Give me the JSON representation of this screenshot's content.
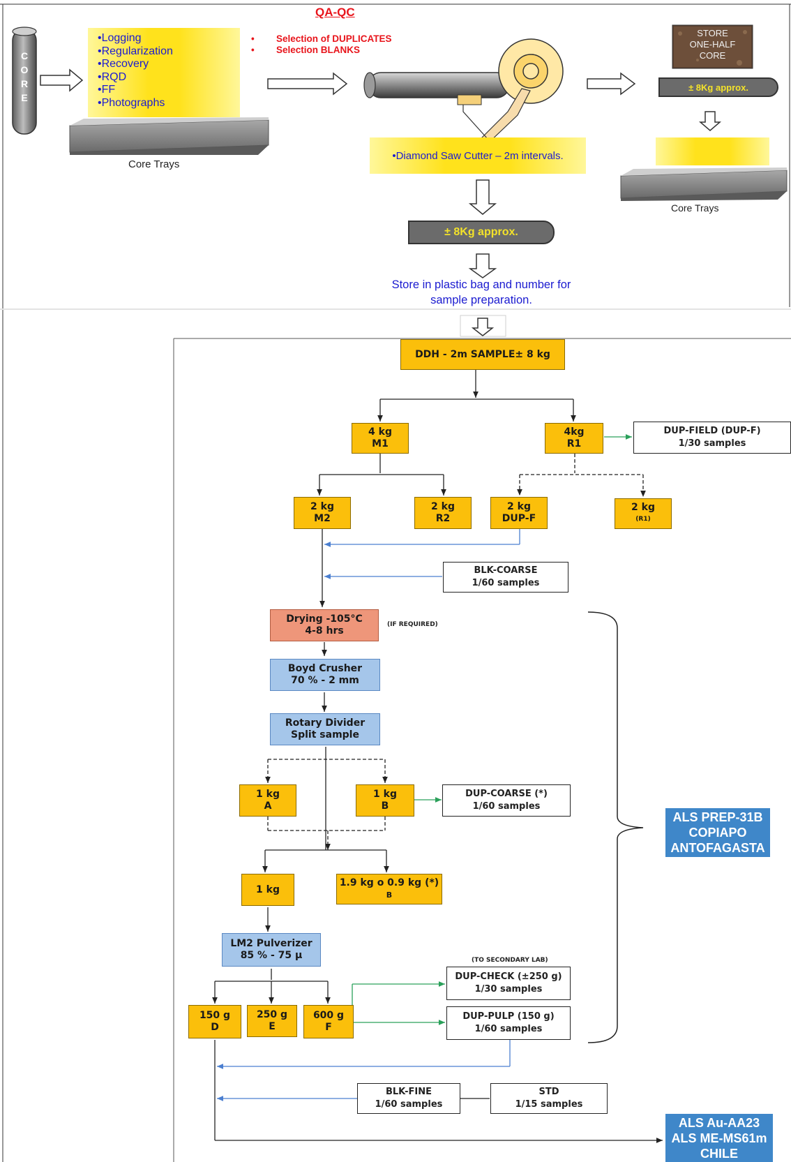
{
  "header": {
    "title": "QA-QC"
  },
  "core_label": [
    "C",
    "O",
    "R",
    "E"
  ],
  "logging_list": [
    "•Logging",
    "•Regularization",
    "•Recovery",
    "•RQD",
    "•FF",
    "•Photographs"
  ],
  "qaqc_bullets": [
    "Selection of DUPLICATES",
    "Selection BLANKS"
  ],
  "core_trays_label": "Core Trays",
  "saw_label": "•Diamond Saw Cutter – 2m intervals.",
  "store_half": [
    "STORE",
    "ONE-HALF",
    "CORE"
  ],
  "approx_right": "± 8Kg approx.",
  "approx_center": "± 8Kg approx.",
  "core_trays_right": "Core Trays",
  "store_note": [
    "Store in plastic bag and number for",
    "sample preparation."
  ],
  "flow": {
    "ddh": "DDH - 2m SAMPLE± 8 kg",
    "m1": [
      "4 kg",
      "M1"
    ],
    "r1": [
      "4kg",
      "R1"
    ],
    "dup_field": [
      "DUP-FIELD (DUP-F)",
      "1/30 samples"
    ],
    "m2": [
      "2 kg",
      "M2"
    ],
    "r2": [
      "2 kg",
      "R2"
    ],
    "dupf": [
      "2 kg",
      "DUP-F"
    ],
    "r1b": [
      "2 kg",
      "(R1)"
    ],
    "blk_coarse": [
      "BLK-COARSE",
      "1/60 samples"
    ],
    "drying": [
      "Drying -105°C",
      "4-8 hrs"
    ],
    "if_required": "(IF REQUIRED)",
    "boyd": [
      "Boyd Crusher",
      "70 % - 2 mm"
    ],
    "rotary": [
      "Rotary  Divider",
      "Split sample"
    ],
    "a": [
      "1 kg",
      "A"
    ],
    "b": [
      "1 kg",
      "B"
    ],
    "dup_coarse": [
      "DUP-COARSE (*)",
      "1/60 samples"
    ],
    "one_kg": "1 kg",
    "b2": [
      "1.9 kg o 0.9 kg (*)",
      "B"
    ],
    "lm2": [
      "LM2 Pulverizer",
      "85 % - 75 µ"
    ],
    "secondary": "(TO SECONDARY LAB)",
    "dup_check": [
      "DUP-CHECK (±250 g)",
      "1/30 samples"
    ],
    "dup_pulp": [
      "DUP-PULP (150 g)",
      "1/60 samples"
    ],
    "d": [
      "150 g",
      "D"
    ],
    "e": [
      "250 g",
      "E"
    ],
    "f": [
      "600 g",
      "F"
    ],
    "blk_fine": [
      "BLK-FINE",
      "1/60 samples"
    ],
    "std": [
      "STD",
      "1/15 samples"
    ],
    "als_prep": [
      "ALS PREP-31B",
      "COPIAPO",
      "ANTOFAGASTA"
    ],
    "als_au": [
      "ALS Au-AA23",
      "ALS ME-MS61m",
      "CHILE"
    ]
  },
  "colors": {
    "accent_red": "#e8141b",
    "note_blue": "#1b1bd0",
    "box_yellow": "#fbbf0b",
    "lab_blue": "#3f87c9"
  }
}
